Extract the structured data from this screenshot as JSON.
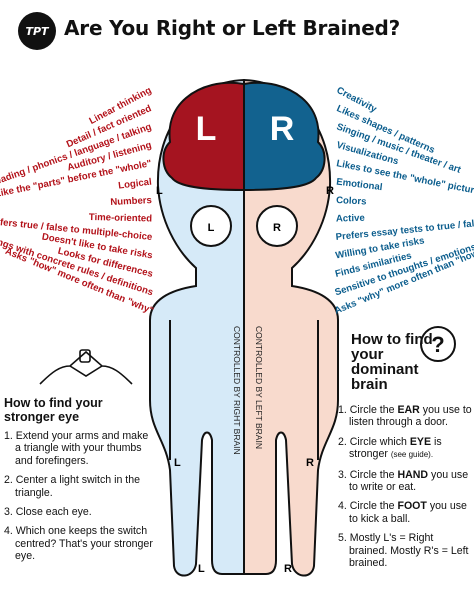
{
  "header": {
    "logo_text": "TPT",
    "title": "Are You Right or Left Brained?"
  },
  "left_traits": [
    "Linear thinking",
    "Detail / fact oriented",
    "Reading / phonics / language / talking",
    "Auditory / listening",
    "Like the \"parts\" before the \"whole\"",
    "Logical",
    "Numbers",
    "Time-oriented",
    "Prefers true / false to multiple-choice",
    "Doesn't like to take risks",
    "Looks for differences",
    "Prefers things with concrete rules / definitions",
    "Asks \"how\" more often than \"why\""
  ],
  "right_traits": [
    "Creativity",
    "Likes shapes / patterns",
    "Singing / music / theater / art",
    "Visualizations",
    "Likes to see the \"whole\" picture",
    "Emotional",
    "Colors",
    "Active",
    "Prefers essay tests to true / false",
    "Willing to take risks",
    "Finds similarities",
    "Sensitive to thoughts / emotions",
    "Asks \"why\" more often than \"how\""
  ],
  "figure": {
    "brain_left_letter": "L",
    "brain_right_letter": "R",
    "left_ear": "L",
    "right_ear": "R",
    "left_eye": "L",
    "right_eye": "R",
    "left_hand": "L",
    "right_hand": "R",
    "left_foot": "L",
    "right_foot": "R",
    "body_left_label": "CONTROLLED BY RIGHT BRAIN",
    "body_right_label": "CONTROLLED BY LEFT BRAIN",
    "colors": {
      "left_brain": "#a51420",
      "right_brain": "#12628f",
      "left_body": "#d3e8f7",
      "right_body": "#f7d9cb"
    }
  },
  "eye_test": {
    "title": "How to find your stronger eye",
    "steps": [
      "1. Extend your arms and make a triangle with your thumbs and forefingers.",
      "2. Center a light switch in the triangle.",
      "3. Close each eye.",
      "4. Which one keeps the switch centred? That's your stronger eye."
    ]
  },
  "dominant": {
    "title": "How to find your dominant brain",
    "question_mark": "?",
    "steps": [
      {
        "pre": "1. Circle the ",
        "bold": "EAR",
        "post": " you use to listen through a door.",
        "note": ""
      },
      {
        "pre": "2. Circle which ",
        "bold": "EYE",
        "post": " is stronger ",
        "note": "(see guide)."
      },
      {
        "pre": "3. Circle the ",
        "bold": "HAND",
        "post": " you use to write or eat.",
        "note": ""
      },
      {
        "pre": "4. Circle the ",
        "bold": "FOOT",
        "post": " you use to kick a ball.",
        "note": ""
      },
      {
        "pre": "5. Mostly L's = Right brained. Mostly R's = Left brained.",
        "bold": "",
        "post": "",
        "note": ""
      }
    ]
  }
}
